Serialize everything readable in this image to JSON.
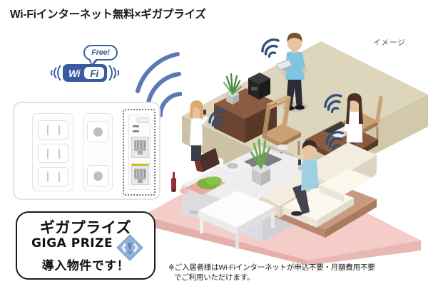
{
  "page": {
    "title": "Wi-Fiインターネット無料×ギガプライズ",
    "image_note": "イメージ",
    "background_color": "#ffffff"
  },
  "wifi_badge": {
    "free_label": "Free!",
    "wi_text": "Wi",
    "fi_text": "Fi",
    "accent_color": "#3a5ba0",
    "arc_icon": "wifi-signal-arcs-icon"
  },
  "wall_plate": {
    "name": "wall-outlet-plate",
    "outlets": [
      {
        "label": "power-outlet-1"
      },
      {
        "label": "power-outlet-2"
      },
      {
        "label": "power-outlet-3"
      }
    ],
    "switches": [
      {
        "label": "wall-switch-1"
      },
      {
        "label": "wall-switch-2"
      }
    ],
    "lan_panel": {
      "label": "lan-port-panel",
      "highlight": "dotted",
      "ports": [
        {
          "label": "rj45-port-upper"
        },
        {
          "label": "rj45-port-lower",
          "accent_color": "#c9c11f"
        }
      ],
      "leds": 2
    }
  },
  "logo_box": {
    "kana": "ギガプライズ",
    "english": "GIGA PRIZE",
    "tagline": "導入物件です！",
    "mark_icon": "giga-prize-diamond-logo-icon",
    "mark_color": "#6f96c8",
    "border_color": "#1a1a1a"
  },
  "footnote": {
    "line1": "※ご入居者様はWi-Fiインターネットが申込不要・月額費用不要",
    "line2": "でご利用いただけます。"
  },
  "illustration": {
    "name": "isometric-apartment-interior",
    "upper_room": {
      "floor_color": "#d9d0b5",
      "people": [
        {
          "name": "standing-man-with-tablet",
          "shirt_color": "#7fc5e3",
          "pants_color": "#2a2a38",
          "hair_color": "#7a5232",
          "device": "tablet"
        },
        {
          "name": "seated-woman-with-laptop",
          "top_color": "#ffffff",
          "skirt_color": "#3b3b4a",
          "hair_color": "#4a3226",
          "device": "laptop"
        }
      ],
      "furniture": [
        {
          "name": "sideboard",
          "color": "#6b4530"
        },
        {
          "name": "coffee-machine",
          "color": "#2e2e2e"
        },
        {
          "name": "potted-plant",
          "color": "#4c8b4a"
        },
        {
          "name": "dining-table",
          "color": "#5b3a26"
        },
        {
          "name": "chair-left",
          "color": "#c9a173"
        },
        {
          "name": "chair-right",
          "color": "#c9a173"
        }
      ],
      "wifi_icons": 2
    },
    "lower_room": {
      "floor_color": "#f2c6c2",
      "people": [
        {
          "name": "woman-in-kitchen-with-phone",
          "top_color": "#ffffff",
          "skirt_color": "#3b3b4a",
          "hair_color": "#e0a96d",
          "device": "smartphone"
        },
        {
          "name": "man-on-sofa-with-phone",
          "shirt_color": "#9fd0e0",
          "pants_color": "#44444f",
          "hair_color": "#3a2a20",
          "device": "smartphone"
        }
      ],
      "furniture": [
        {
          "name": "kitchen-counter",
          "color": "#e8e8ea"
        },
        {
          "name": "sofa",
          "color": "#f2ede0"
        },
        {
          "name": "low-table",
          "color": "#ffffff"
        },
        {
          "name": "potted-plant",
          "color": "#6aa84f"
        },
        {
          "name": "vegetables",
          "color": "#7cb342"
        },
        {
          "name": "wine-bottle",
          "color": "#8e2f3a"
        }
      ],
      "wifi_icons": 2
    },
    "big_wifi_arcs": {
      "name": "building-wifi-broadcast-arcs",
      "color": "#5b7ab5",
      "count": 3
    }
  }
}
